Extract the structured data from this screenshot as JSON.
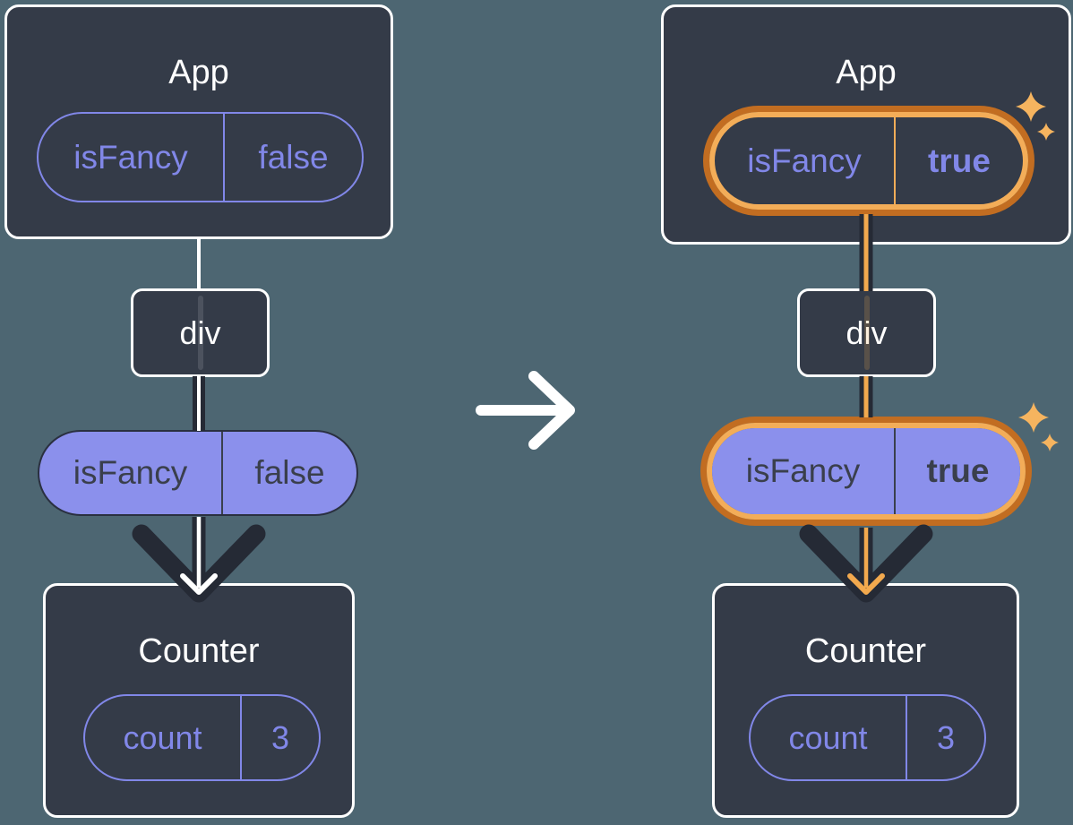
{
  "colors": {
    "background": "#4D6672",
    "card_bg": "#343B48",
    "card_border": "#FFFFFF",
    "purple": "#8187E8",
    "purple_fill": "#8B90EC",
    "dark_text": "#3A3F4C",
    "arrow_dark": "#252A35",
    "orange_dark": "#C26D21",
    "orange_light": "#F3AD58",
    "orange_line": "#F2A94E",
    "sparkle": "#F6B45F",
    "white": "#FFFFFF"
  },
  "trees": [
    {
      "app": {
        "title": "App",
        "state": {
          "key": "isFancy",
          "value": "false"
        }
      },
      "div": {
        "label": "div"
      },
      "prop": {
        "key": "isFancy",
        "value": "false"
      },
      "counter": {
        "title": "Counter",
        "state": {
          "key": "count",
          "value": "3"
        }
      }
    },
    {
      "app": {
        "title": "App",
        "state": {
          "key": "isFancy",
          "value": "true"
        }
      },
      "div": {
        "label": "div"
      },
      "prop": {
        "key": "isFancy",
        "value": "true"
      },
      "counter": {
        "title": "Counter",
        "state": {
          "key": "count",
          "value": "3"
        }
      }
    }
  ]
}
